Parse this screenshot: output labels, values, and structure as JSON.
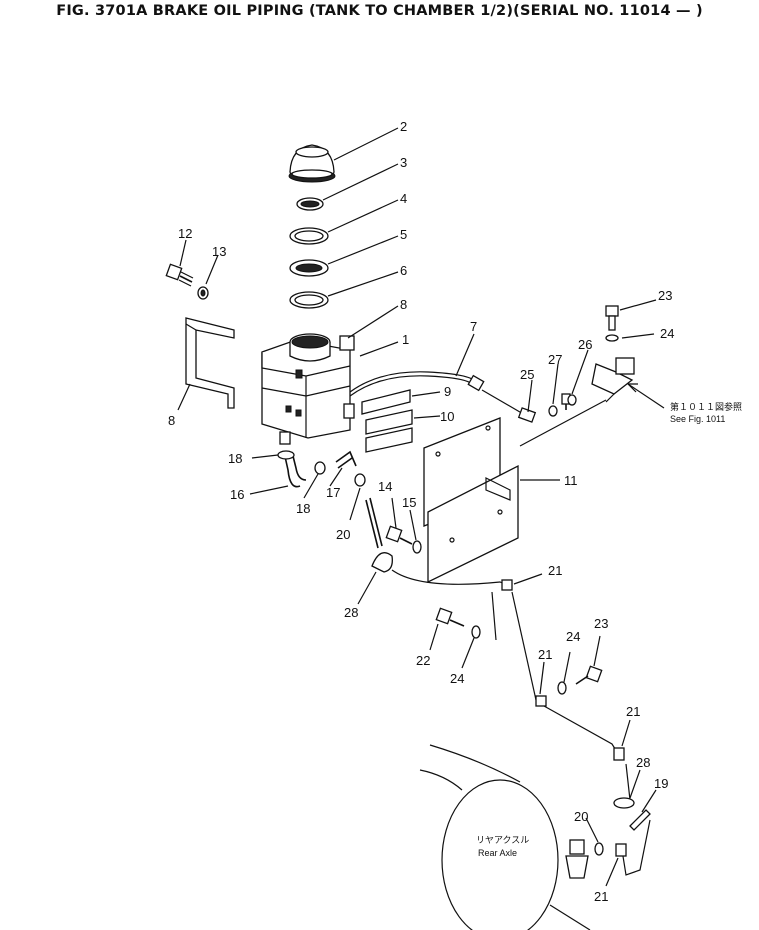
{
  "title": "FIG. 3701A  BRAKE OIL PIPING (TANK TO CHAMBER 1/2)(SERIAL NO. 11014 — )",
  "callouts": [
    {
      "id": "c2",
      "text": "2"
    },
    {
      "id": "c3",
      "text": "3"
    },
    {
      "id": "c4",
      "text": "4"
    },
    {
      "id": "c5",
      "text": "5"
    },
    {
      "id": "c6",
      "text": "6"
    },
    {
      "id": "c8a",
      "text": "8"
    },
    {
      "id": "c1",
      "text": "1"
    },
    {
      "id": "c12",
      "text": "12"
    },
    {
      "id": "c13",
      "text": "13"
    },
    {
      "id": "c8b",
      "text": "8"
    },
    {
      "id": "c7",
      "text": "7"
    },
    {
      "id": "c9",
      "text": "9"
    },
    {
      "id": "c10",
      "text": "10"
    },
    {
      "id": "c23a",
      "text": "23"
    },
    {
      "id": "c24a",
      "text": "24"
    },
    {
      "id": "c26",
      "text": "26"
    },
    {
      "id": "c27",
      "text": "27"
    },
    {
      "id": "c25",
      "text": "25"
    },
    {
      "id": "c11",
      "text": "11"
    },
    {
      "id": "c18a",
      "text": "18"
    },
    {
      "id": "c16",
      "text": "16"
    },
    {
      "id": "c18b",
      "text": "18"
    },
    {
      "id": "c17",
      "text": "17"
    },
    {
      "id": "c14",
      "text": "14"
    },
    {
      "id": "c15",
      "text": "15"
    },
    {
      "id": "c20a",
      "text": "20"
    },
    {
      "id": "c28a",
      "text": "28"
    },
    {
      "id": "c21a",
      "text": "21"
    },
    {
      "id": "c22",
      "text": "22"
    },
    {
      "id": "c24b",
      "text": "24"
    },
    {
      "id": "c21b",
      "text": "21"
    },
    {
      "id": "c24c",
      "text": "24"
    },
    {
      "id": "c23b",
      "text": "23"
    },
    {
      "id": "c21c",
      "text": "21"
    },
    {
      "id": "c28b",
      "text": "28"
    },
    {
      "id": "c19",
      "text": "19"
    },
    {
      "id": "c20b",
      "text": "20"
    },
    {
      "id": "c21d",
      "text": "21"
    }
  ],
  "reference_note_jp": "第１０１１図参照",
  "reference_note_en": "See Fig. 1011",
  "axle_label_jp": "リヤアクスル",
  "axle_label_en": "Rear Axle"
}
